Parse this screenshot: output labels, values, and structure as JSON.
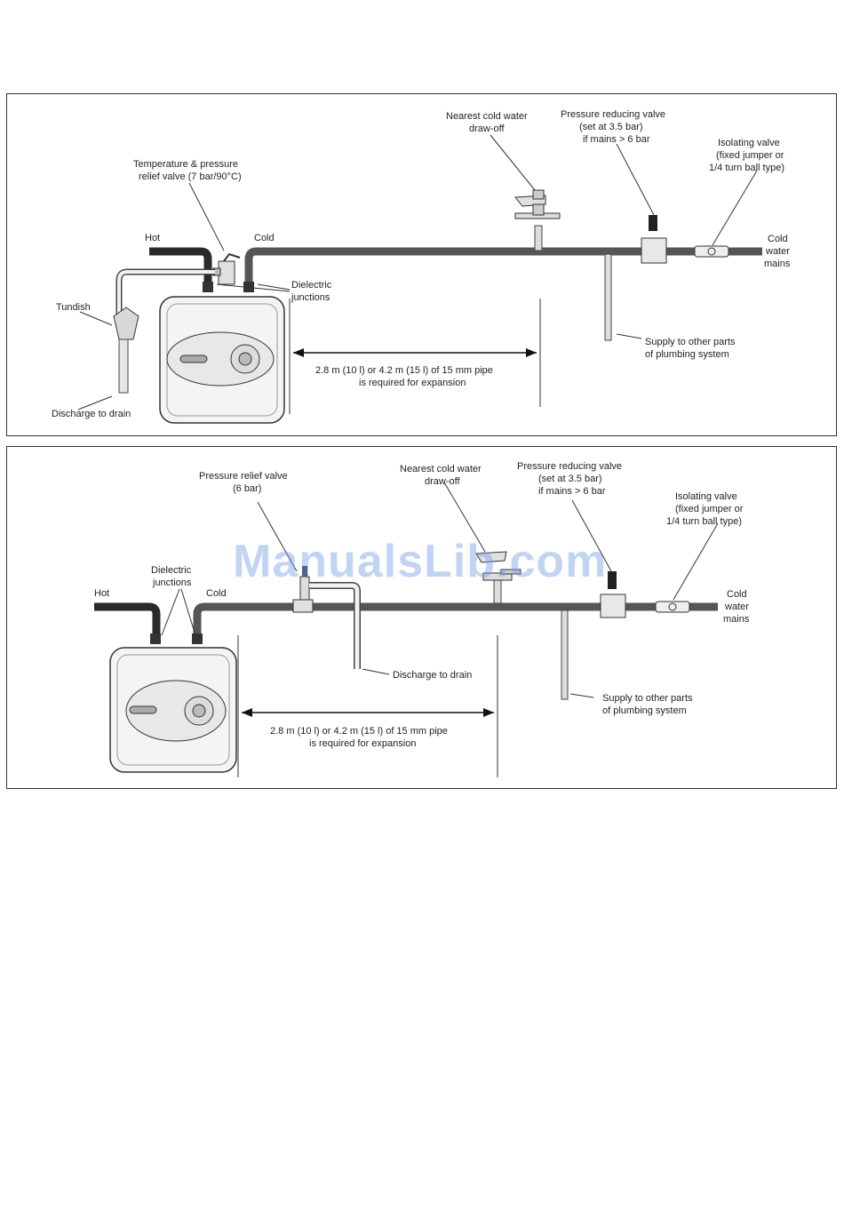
{
  "diagram1": {
    "label_tpr_valve": [
      "Temperature & pressure",
      "relief valve (7 bar/90°C)"
    ],
    "label_hot": "Hot",
    "label_cold": "Cold",
    "label_tundish": "Tundish",
    "label_discharge": "Discharge to drain",
    "label_dielectric": [
      "Dielectric",
      "junctions"
    ],
    "label_drawoff": [
      "Nearest cold water",
      "draw-off"
    ],
    "label_prv": [
      "Pressure reducing valve",
      "(set at 3.5 bar)",
      "if mains > 6 bar"
    ],
    "label_isolating": [
      "Isolating valve",
      "(fixed jumper or",
      "1/4 turn ball type)"
    ],
    "label_mains": [
      "Cold",
      "water",
      "mains"
    ],
    "label_supply": [
      "Supply to other parts",
      "of plumbing system"
    ],
    "label_expansion": [
      "2.8 m (10 l) or 4.2 m (15 l) of 15 mm pipe",
      "is required for expansion"
    ]
  },
  "diagram2": {
    "label_prv_relief": [
      "Pressure relief valve",
      "(6 bar)"
    ],
    "label_dielectric": [
      "Dielectric",
      "junctions"
    ],
    "label_hot": "Hot",
    "label_cold": "Cold",
    "label_drawoff": [
      "Nearest cold water",
      "draw-off"
    ],
    "label_prv": [
      "Pressure reducing valve",
      "(set at 3.5 bar)",
      "if mains > 6 bar"
    ],
    "label_isolating": [
      "Isolating valve",
      "(fixed jumper or",
      "1/4 turn ball type)"
    ],
    "label_mains": [
      "Cold",
      "water",
      "mains"
    ],
    "label_discharge": "Discharge to drain",
    "label_supply": [
      "Supply to other parts",
      "of plumbing system"
    ],
    "label_expansion": [
      "2.8 m (10 l) or 4.2 m (15 l) of 15 mm pipe",
      "is required for expansion"
    ]
  },
  "watermark": "ManualsLib.com",
  "colors": {
    "pipe_dark": "#2a2a2a",
    "pipe_outline": "#444444",
    "heater_fill": "#f4f4f4",
    "watermark": "#7aa0e6"
  }
}
